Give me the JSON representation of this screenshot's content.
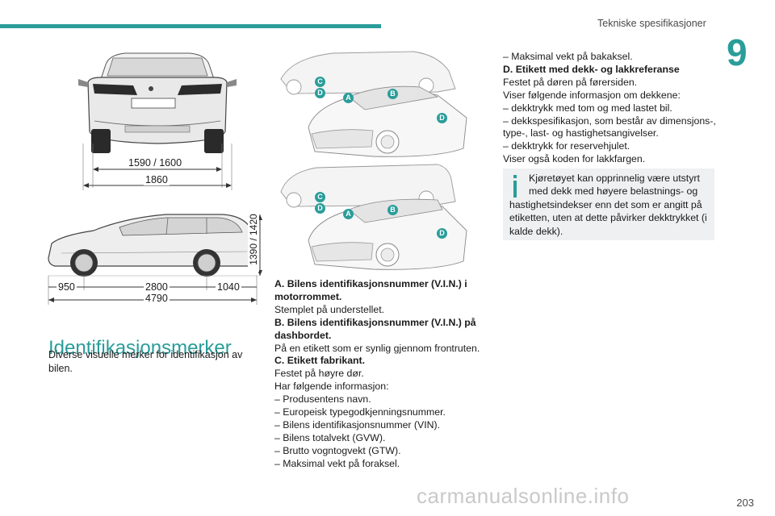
{
  "header": {
    "section_title": "Tekniske spesifikasjoner",
    "chapter": "9",
    "page_number": "203"
  },
  "dimensions": {
    "track": "1590 / 1600",
    "width": "1860",
    "height": "1390 / 1420",
    "front_overhang": "950",
    "wheelbase": "2800",
    "rear_overhang": "1040",
    "length": "4790"
  },
  "diagram_labels": {
    "c": "C",
    "d": "D",
    "a": "A",
    "b": "B"
  },
  "heading": "Identifikasjonsmerker",
  "intro": [
    "Diverse visuelle merker for identifikasjon av",
    "bilen."
  ],
  "col2": {
    "a_title": [
      "A. Bilens identifikasjonsnummer (V.I.N.) i",
      "motorrommet."
    ],
    "a_text": "Stemplet på understellet.",
    "b_title": [
      "B. Bilens identifikasjonsnummer (V.I.N.) på",
      "dashbordet."
    ],
    "b_text": "På en etikett som er synlig gjennom frontruten.",
    "c_title": "C. Etikett fabrikant.",
    "c_text1": "Festet på høyre dør.",
    "c_text2": "Har følgende informasjon:",
    "c_list": [
      "–  Produsentens navn.",
      "–  Europeisk typegodkjenningsnummer.",
      "–  Bilens identifikasjonsnummer (VIN).",
      "–  Bilens totalvekt (GVW).",
      "–  Brutto vogntogvekt (GTW).",
      "–  Maksimal vekt på foraksel."
    ]
  },
  "col3": {
    "c_cont": "–  Maksimal vekt på bakaksel.",
    "d_title": "D. Etikett med dekk- og lakkreferanse",
    "d_text1": "Festet på døren på førersiden.",
    "d_text2": "Viser følgende informasjon om dekkene:",
    "d_list": [
      "–  dekktrykk med tom og med lastet bil.",
      "–  dekkspesifikasjon, som består av dimensjons-,",
      "type-, last- og hastighetsangivelser.",
      "–  dekktrykk for reservehjulet."
    ],
    "d_text3": "Viser også koden for lakkfargen."
  },
  "info": [
    "Kjøretøyet kan opprinnelig være utstyrt",
    "med dekk med høyere belastnings- og",
    "hastighetsindekser enn det som er angitt på",
    "etiketten, uten at dette påvirker dekktrykket (i",
    "kalde dekk)."
  ],
  "watermark": "carmanualsonline.info",
  "colors": {
    "accent": "#2a9d9a",
    "marker": "#2a9d9a",
    "infobox": "#eff0f1"
  }
}
